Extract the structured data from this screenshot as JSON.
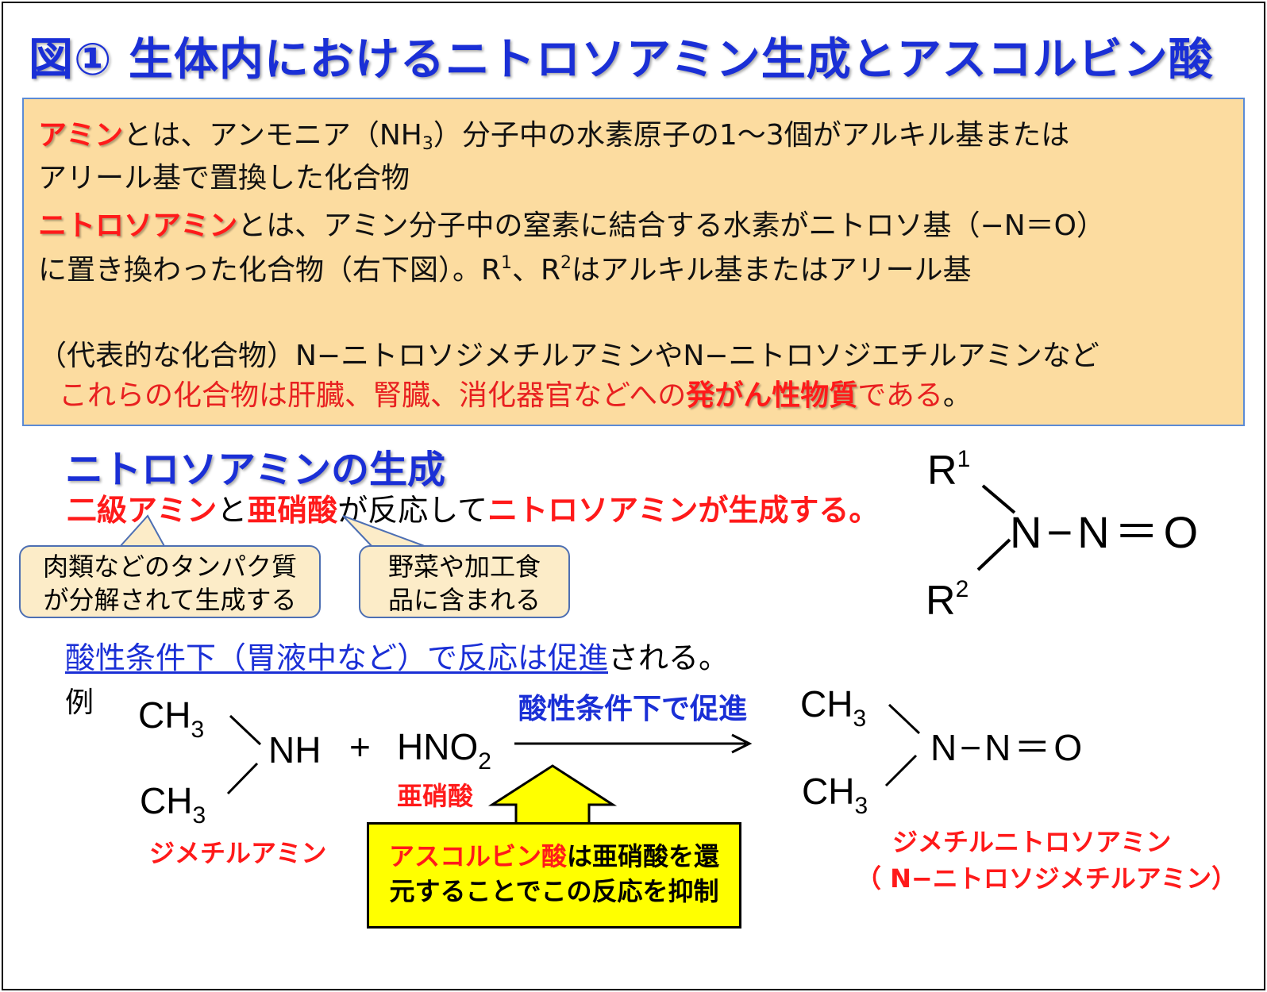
{
  "title": "図① 生体内におけるニトロソアミン生成とアスコルビン酸",
  "definition": {
    "amine_term": "アミン",
    "amine_text_a": "とは、アンモニア（NH",
    "amine_sub": "3",
    "amine_text_b": "）分子中の水素原子の1～3個がアルキル基または",
    "amine_text_c": "アリール基で置換した化合物",
    "nitro_term": "ニトロソアミン",
    "nitro_text_a": "とは、アミン分子中の窒素に結合する水素がニトロソ基（−N＝O）",
    "nitro_text_b": "に置き換わった化合物（右下図）。R",
    "r1_sup": "1",
    "nitro_text_c": "、R",
    "r2_sup": "2",
    "nitro_text_d": "はアルキル基またはアリール基",
    "examples": "（代表的な化合物）N−ニトロソジメチルアミンやN−ニトロソジエチルアミンなど",
    "warning_a": "これらの化合物は肝臓、腎臓、消化器官などへの",
    "warning_b": "発がん性物質",
    "warning_c": "である",
    "warning_d": "。"
  },
  "formation": {
    "heading": "ニトロソアミンの生成",
    "r_a": "二級アミン",
    "r_b": "と",
    "r_c": "亜硝酸",
    "r_d": "が反応して",
    "r_e": "ニトロソアミンが生成する。",
    "callout1_l1": "肉類などのタンパク質",
    "callout1_l2": "が分解されて生成する",
    "callout2_l1": "野菜や加工食",
    "callout2_l2": "品に含まれる",
    "acid_u": "酸性条件下（胃液中など）で反応は促進",
    "acid_rest": "される。",
    "example_label": "例"
  },
  "structure": {
    "r": "R",
    "n": "N",
    "dash": "−",
    "eq": "＝",
    "o": "O",
    "sup1": "1",
    "sup2": "2"
  },
  "equation": {
    "ch3": "CH",
    "sub3": "3",
    "nh": "NH",
    "plus": "+",
    "hno": "HNO",
    "sub2": "2",
    "nitrous_label": "亜硝酸",
    "dimethylamine_label": "ジメチルアミン",
    "arrow_label": "酸性条件下で促進",
    "product_label_1": "ジメチルニトロソアミン",
    "product_label_2": "（ N−ニトロソジメチルアミン）"
  },
  "ascorbic_box": {
    "red": "アスコルビン酸",
    "rest_1": "は亜硝酸を還",
    "line_2": "元することでこの反応を抑制"
  },
  "colors": {
    "title_blue": "#1a2fd6",
    "accent_red": "#ff1a1a",
    "definition_bg": "#fcdca0",
    "callout_bg": "#fcecc8",
    "highlight_yellow": "#ffff00"
  }
}
